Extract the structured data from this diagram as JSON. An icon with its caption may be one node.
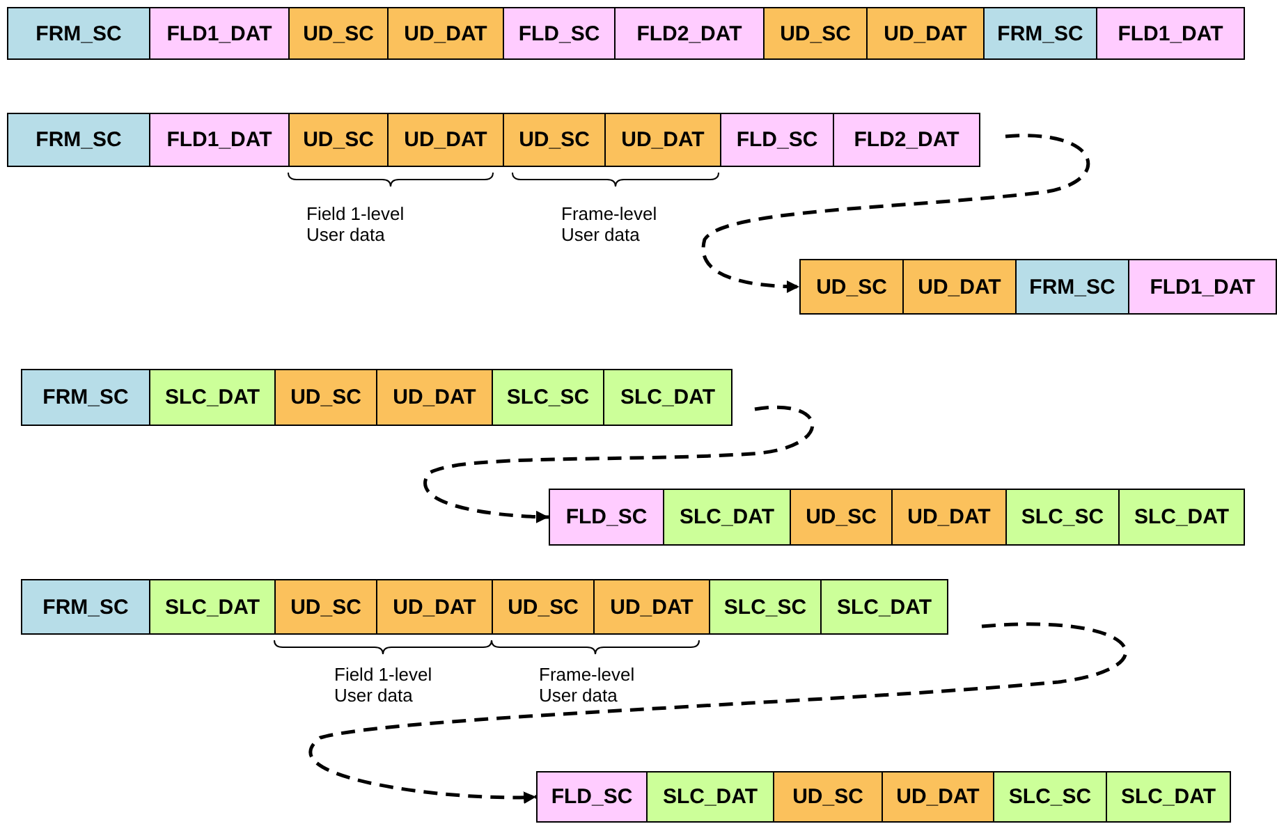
{
  "diagram": {
    "nodes": [
      {
        "text": [
          "FRM_SC"
        ]
      },
      {
        "text": [
          "FLD1_DAT"
        ]
      },
      {
        "text": [
          "UD_SC"
        ]
      },
      {
        "text": [
          "UD_DAT"
        ]
      },
      {
        "text": [
          "FLD_SC"
        ]
      },
      {
        "text": [
          "FLD2_DAT"
        ]
      },
      {
        "text": [
          "UD_SC"
        ]
      },
      {
        "text": [
          "UD_DAT"
        ]
      },
      {
        "text": [
          "FRM_SC"
        ]
      },
      {
        "text": [
          "FLD1_DAT"
        ]
      },
      {
        "text": [
          "FRM_SC"
        ]
      },
      {
        "text": [
          "FLD1_DAT"
        ]
      },
      {
        "text": [
          "UD_SC"
        ]
      },
      {
        "text": [
          "UD_DAT"
        ]
      },
      {
        "text": [
          "UD_SC"
        ]
      },
      {
        "text": [
          "UD_DAT"
        ]
      },
      {
        "text": [
          "FLD_SC"
        ]
      },
      {
        "text": [
          "FLD2_DAT"
        ]
      },
      {
        "text": [
          "UD_SC"
        ]
      },
      {
        "text": [
          "UD_DAT"
        ]
      },
      {
        "text": [
          "FRM_SC"
        ]
      },
      {
        "text": [
          "FLD1_DAT"
        ]
      },
      {
        "text": [
          "FRM_SC"
        ]
      },
      {
        "text": [
          "SLC_DAT"
        ]
      },
      {
        "text": [
          "UD_SC"
        ]
      },
      {
        "text": [
          "UD_DAT"
        ]
      },
      {
        "text": [
          "SLC_SC"
        ]
      },
      {
        "text": [
          "SLC_DAT"
        ]
      },
      {
        "text": [
          "FLD_SC"
        ]
      },
      {
        "text": [
          "SLC_DAT"
        ]
      },
      {
        "text": [
          "UD_SC"
        ]
      },
      {
        "text": [
          "UD_DAT"
        ]
      },
      {
        "text": [
          "SLC_SC"
        ]
      },
      {
        "text": [
          "SLC_DAT"
        ]
      },
      {
        "text": [
          "FRM_SC"
        ]
      },
      {
        "text": [
          "SLC_DAT"
        ]
      },
      {
        "text": [
          "UD_SC"
        ]
      },
      {
        "text": [
          "UD_DAT"
        ]
      },
      {
        "text": [
          "UD_SC"
        ]
      },
      {
        "text": [
          "UD_DAT"
        ]
      },
      {
        "text": [
          "SLC_SC"
        ]
      },
      {
        "text": [
          "SLC_DAT"
        ]
      },
      {
        "text": [
          "FLD_SC"
        ]
      },
      {
        "text": [
          "SLC_DAT"
        ]
      },
      {
        "text": [
          "UD_SC"
        ]
      },
      {
        "text": [
          "UD_DAT"
        ]
      },
      {
        "text": [
          "SLC_SC"
        ]
      },
      {
        "text": [
          "SLC_DAT"
        ]
      }
    ],
    "edges": [
      {
        "from": null,
        "to": 18,
        "arrow": "to",
        "style": "dashed"
      },
      {
        "from": null,
        "to": 28,
        "arrow": "to",
        "style": "dashed"
      },
      {
        "from": null,
        "to": 42,
        "arrow": "to",
        "style": "dashed"
      }
    ],
    "labels": [
      "Field 1-level User data",
      "Frame-level User data",
      "Field 1-level User data",
      "Frame-level User data"
    ]
  }
}
